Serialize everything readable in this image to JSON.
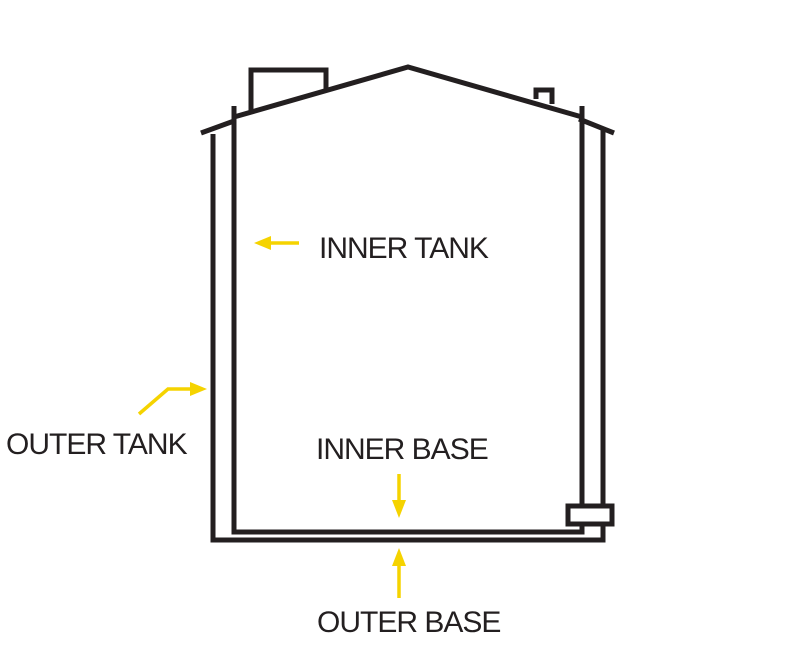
{
  "labels": {
    "inner_tank": "INNER TANK",
    "outer_tank": "OUTER TANK",
    "inner_base": "INNER BASE",
    "outer_base": "OUTER BASE"
  },
  "colors": {
    "line": "#231f20",
    "arrow": "#f5d300",
    "background": "#ffffff"
  }
}
